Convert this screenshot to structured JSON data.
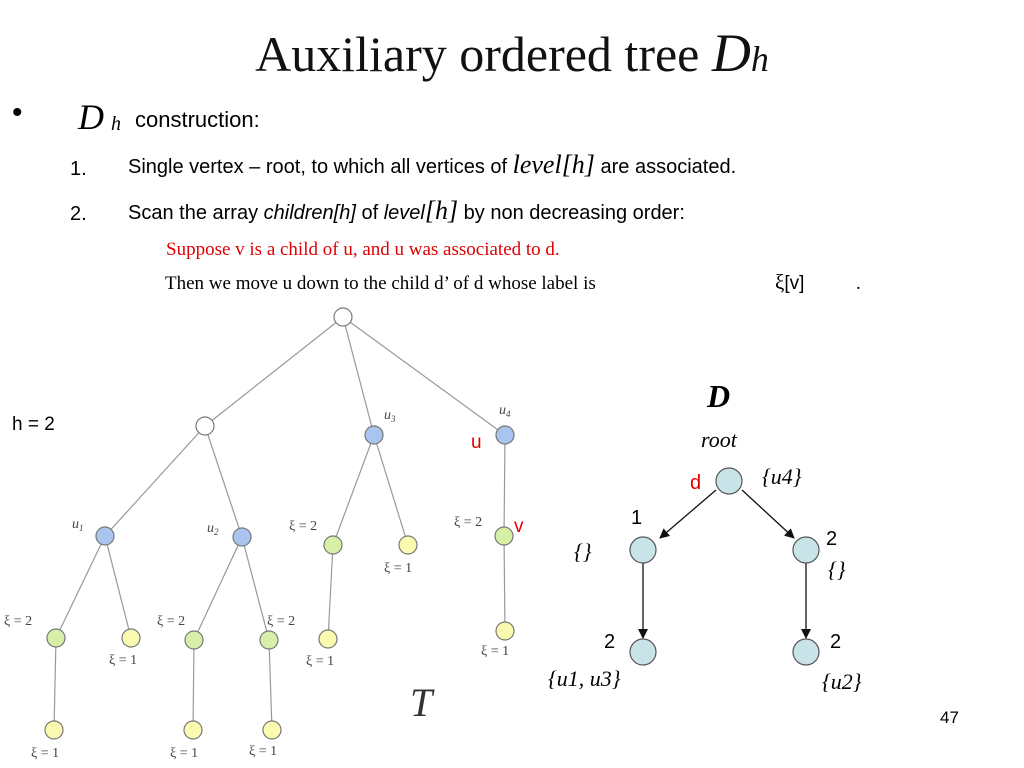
{
  "title": {
    "text": "Auxiliary ordered tree",
    "D": "D",
    "h": "h"
  },
  "bullet": {
    "marker": "•",
    "D": "D",
    "h": "h",
    "text": "construction:"
  },
  "steps": [
    {
      "num": "1.",
      "pre": "Single vertex – root, to which all vertices of ",
      "level": "level[h]",
      "post": " are associated."
    },
    {
      "num": "2.",
      "pre": "Scan the array ",
      "children": "children[h]",
      "of": " of ",
      "level_a": "level",
      "level_b": "[h]",
      "post": " by non decreasing order:"
    }
  ],
  "notes": {
    "line1": "Suppose v is a child of u, and u was associated to d.",
    "line2_pre": "Then we move u down to the child d’ of d whose label is",
    "line2_xi": "ξ",
    "line2_v": "[v]",
    "line2_end": "."
  },
  "h_label": "h = 2",
  "tree_T": {
    "name": "T",
    "u": "u",
    "v": "v",
    "node_labels": {
      "u1": "u",
      "u2": "u",
      "u3": "u",
      "u4": "u",
      "s1": "1",
      "s2": "2",
      "s3": "3",
      "s4": "4"
    },
    "xi_labels": {
      "u3_left": "ξ = 2",
      "u3_right": "ξ = 1",
      "u4_child": "ξ = 2",
      "u4_leaf": "ξ = 1",
      "u1_left": "ξ = 2",
      "u1_right": "ξ = 1",
      "u1_leaf": "ξ = 1",
      "u2_left": "ξ = 2",
      "u2_right": "ξ = 2",
      "u2_leaf_left": "ξ = 1",
      "u2_leaf_right": "ξ = 1",
      "u3_leaf": "ξ = 1"
    },
    "colors": {
      "blue": "#a9c4ef",
      "green": "#d7f0a8",
      "yellow": "#fafab0",
      "white": "#ffffff",
      "edge": "#999999"
    }
  },
  "tree_D": {
    "title": "D",
    "root": "root",
    "d": "d",
    "root_set": "{u4}",
    "left_edge": "1",
    "right_edge": "2",
    "left_set": "{}",
    "right_set": "{}",
    "left_child_edge": "2",
    "right_child_edge": "2",
    "left_leaf_set": "{u1, u3}",
    "right_leaf_set": "{u2}",
    "node_color": "#c8e4e8"
  },
  "page_number": "47"
}
